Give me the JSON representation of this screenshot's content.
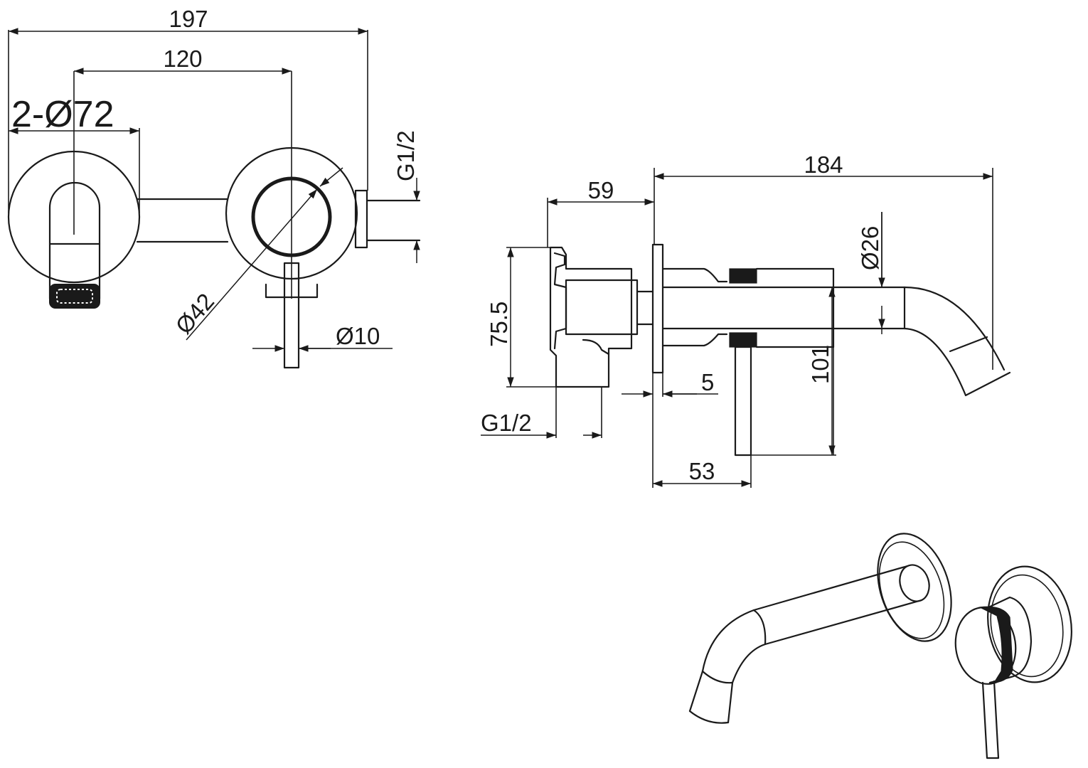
{
  "front_view": {
    "dim_total_width": "197",
    "dim_center_distance": "120",
    "dim_rosette": "2-Ø72",
    "dim_connection": "G1/2",
    "dim_mixer_body": "Ø42",
    "dim_lever": "Ø10"
  },
  "side_view": {
    "dim_spout_length": "184",
    "dim_body_depth": "59",
    "dim_spout_diameter": "Ø26",
    "dim_body_height": "75.5",
    "dim_spout_height": "101",
    "dim_rosette_thickness": "5",
    "dim_connection": "G1/2",
    "dim_lever_offset": "53"
  },
  "colors": {
    "line": "#1a1a1a",
    "background": "#ffffff"
  }
}
